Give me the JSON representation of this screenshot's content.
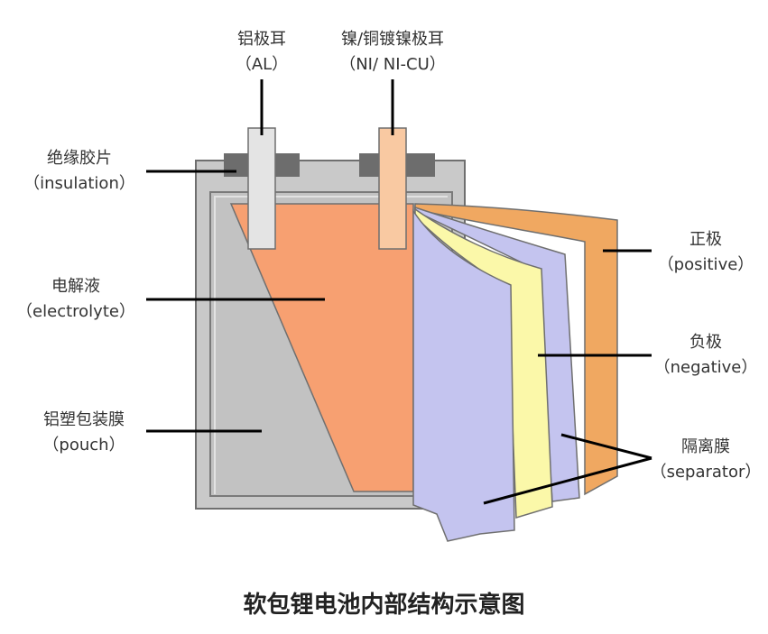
{
  "caption": "软包锂电池内部结构示意图",
  "labels": {
    "al_tab": {
      "cn": "铝极耳",
      "en": "（AL）"
    },
    "ni_tab": {
      "cn": "镍/铜镀镍极耳",
      "en": "（NI/ NI-CU）"
    },
    "insulation": {
      "cn": "绝缘胶片",
      "en": "（insulation）"
    },
    "electrolyte": {
      "cn": "电解液",
      "en": "（electrolyte）"
    },
    "pouch": {
      "cn": "铝塑包装膜",
      "en": "（pouch）"
    },
    "positive": {
      "cn": "正极",
      "en": "（positive）"
    },
    "negative": {
      "cn": "负极",
      "en": "（negative）"
    },
    "separator": {
      "cn": "隔离膜",
      "en": "（separator）"
    }
  },
  "colors": {
    "pouch": "#c9c9c9",
    "electrolyte": "#f7a071",
    "al_tab": "#e4e4e4",
    "ni_tab": "#f9c9a2",
    "insulation": "#6d6d6d",
    "separator": "#c4c4ef",
    "negative": "#fbf8a9",
    "positive": "#f0a861"
  }
}
